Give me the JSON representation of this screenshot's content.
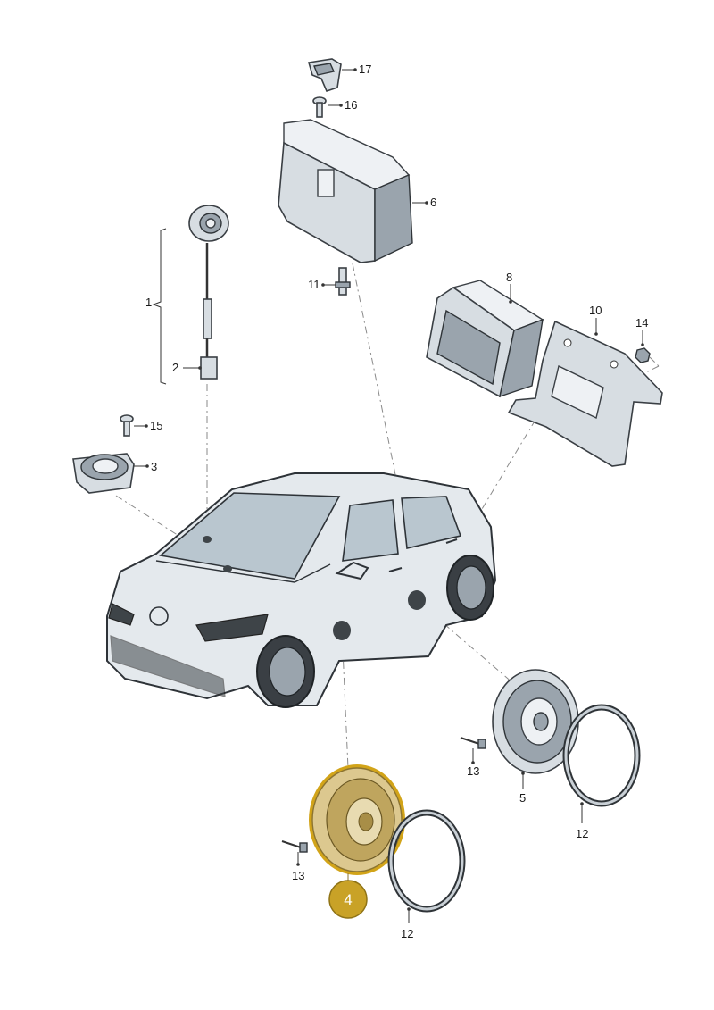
{
  "diagram": {
    "labels": {
      "p1": "1",
      "p2": "2",
      "p3": "3",
      "p4": "4",
      "p5": "5",
      "p6": "6",
      "p8": "8",
      "p10": "10",
      "p11": "11",
      "p12a": "12",
      "p12b": "12",
      "p13a": "13",
      "p13b": "13",
      "p14": "14",
      "p15": "15",
      "p16": "16",
      "p17": "17"
    },
    "colors": {
      "highlight": "#d2a419",
      "highlight_badge": "#c9a227",
      "part_fill": "#d7dde2",
      "line": "#333333"
    }
  }
}
